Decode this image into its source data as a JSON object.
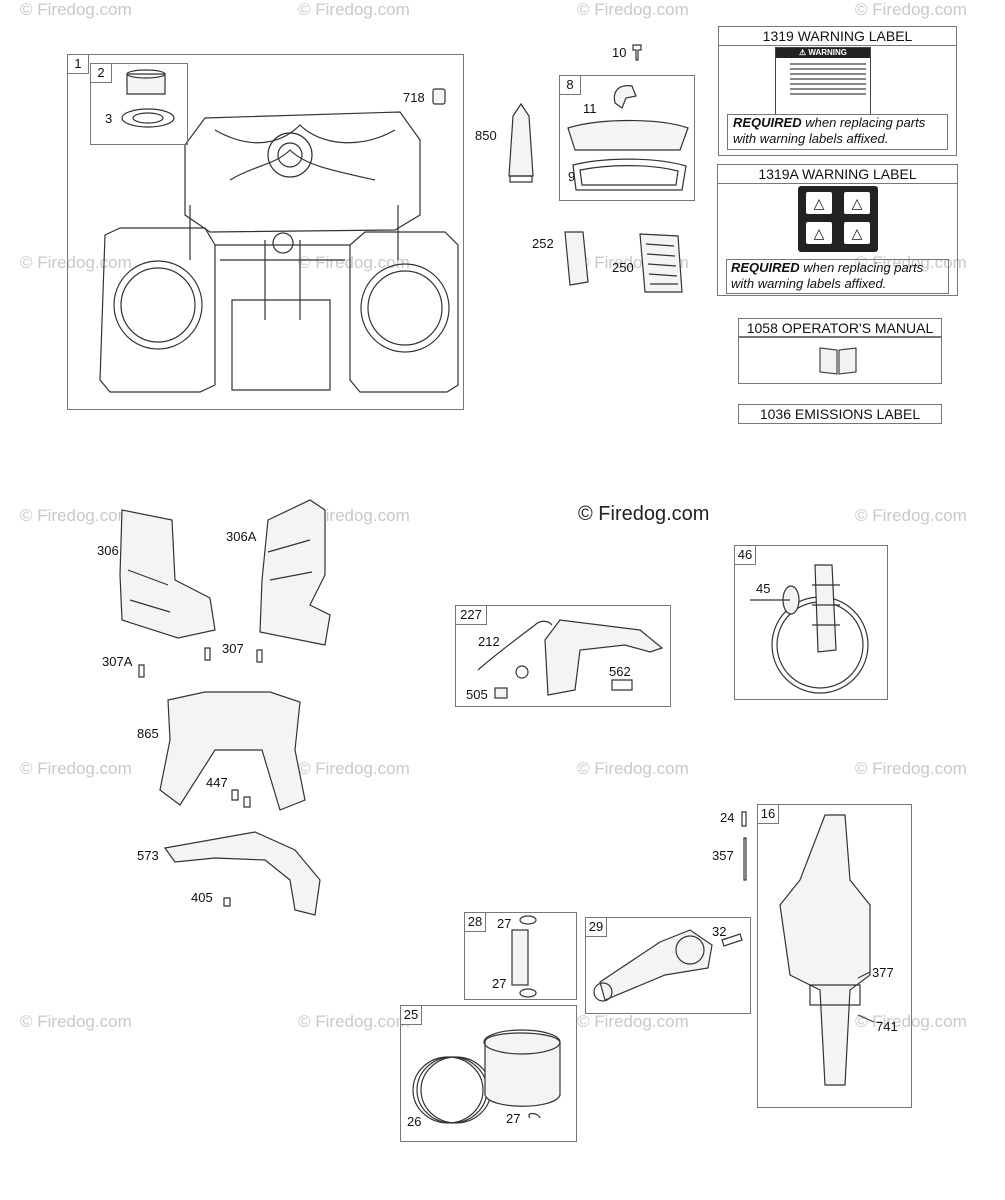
{
  "watermark": "© Firedog.com",
  "center_watermark": "© Firedog.com",
  "labels": {
    "l1": "1",
    "l2": "2",
    "l3": "3",
    "l718": "718",
    "l10": "10",
    "l8": "8",
    "l11": "11",
    "l9": "9",
    "l850": "850",
    "l252": "252",
    "l250": "250",
    "l306": "306",
    "l306a": "306A",
    "l307": "307",
    "l307a": "307A",
    "l865": "865",
    "l447": "447",
    "l573": "573",
    "l405": "405",
    "l227": "227",
    "l212": "212",
    "l505": "505",
    "l562": "562",
    "l46": "46",
    "l45": "45",
    "l24": "24",
    "l357": "357",
    "l16": "16",
    "l377": "377",
    "l741": "741",
    "l28": "28",
    "l27a": "27",
    "l27b": "27",
    "l29": "29",
    "l32": "32",
    "l25": "25",
    "l26": "26",
    "l27c": "27"
  },
  "cards": {
    "warning_1319": {
      "title": "1319 WARNING LABEL",
      "sticker_title": "WARNING",
      "req_bold": "REQUIRED",
      "req_rest": " when replacing parts",
      "req_line2": "with warning labels affixed."
    },
    "warning_1319a": {
      "title": "1319A WARNING LABEL",
      "req_bold": "REQUIRED",
      "req_rest": " when replacing parts",
      "req_line2": "with warning labels affixed."
    },
    "manual_1058": {
      "title": "1058 OPERATOR'S MANUAL"
    },
    "emissions_1036": {
      "title": "1036 EMISSIONS LABEL"
    }
  }
}
